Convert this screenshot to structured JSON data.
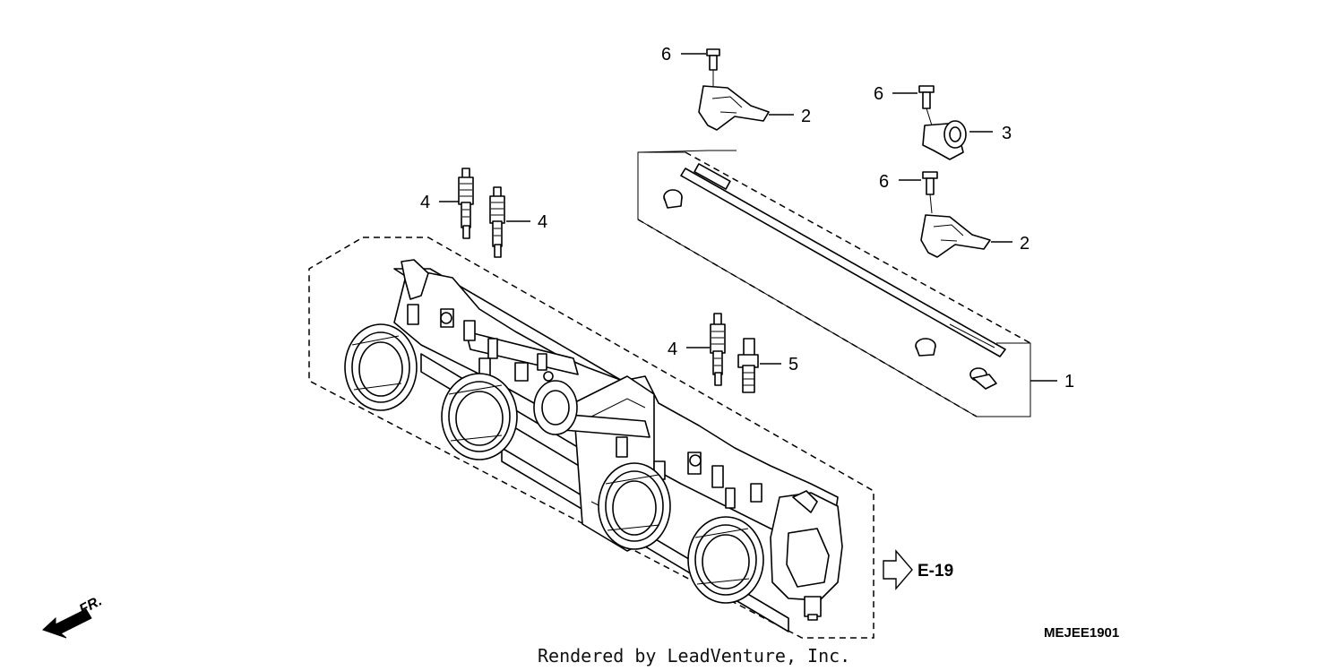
{
  "diagram": {
    "callouts": {
      "rod_assembly": "1",
      "bracket_upper": "2",
      "bracket_lower": "2",
      "cable_holder": "3",
      "injector_a": "4",
      "injector_b": "4",
      "injector_c": "4",
      "fitting": "5",
      "screw_upper": "6",
      "screw_mid": "6",
      "screw_lower": "6"
    },
    "cross_reference": "E-19",
    "front_indicator": "FR.",
    "diagram_code": "MEJEE1901"
  },
  "footer": {
    "rendered_by": "Rendered by LeadVenture, Inc."
  }
}
